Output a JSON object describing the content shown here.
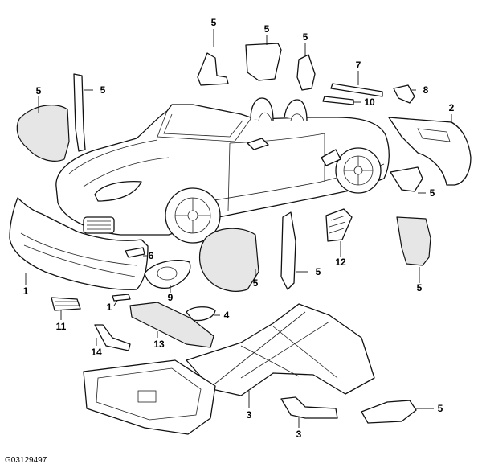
{
  "diagram_code": "G03129497",
  "callouts": {
    "c1a": "1",
    "c1b": "1",
    "c2": "2",
    "c3a": "3",
    "c3b": "3",
    "c4": "4",
    "c5a": "5",
    "c5b": "5",
    "c5c": "5",
    "c5d": "5",
    "c5e": "5",
    "c5f": "5",
    "c5g": "5",
    "c5h": "5",
    "c5i": "5",
    "c5j": "5",
    "c6": "6",
    "c7": "7",
    "c8": "8",
    "c9": "9",
    "c10": "10",
    "c11": "11",
    "c12": "12",
    "c13": "13",
    "c14": "14"
  }
}
